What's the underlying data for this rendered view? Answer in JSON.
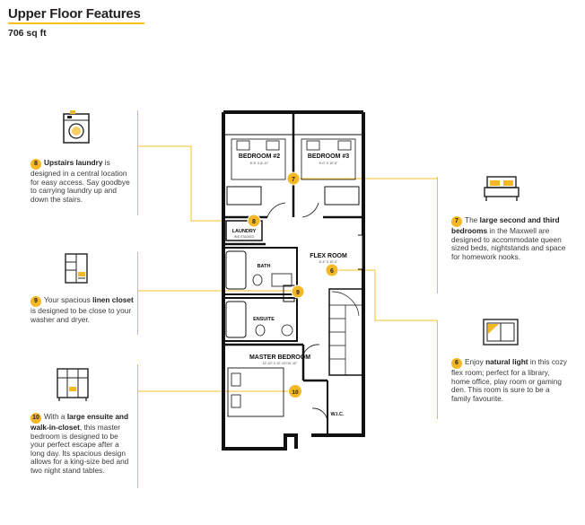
{
  "header": {
    "title": "Upper Floor Features",
    "area": "706 sq ft"
  },
  "accent_color": "#f4b824",
  "features": [
    {
      "number": "8",
      "icon": "washer-icon",
      "bold": "Upstairs laundry",
      "text": " is designed in a central location for easy access. Say goodbye to carrying laundry up and down the stairs."
    },
    {
      "number": "9",
      "icon": "linen-closet-icon",
      "pre": "Your spacious ",
      "bold": "linen closet",
      "text": " is designed to be close to your washer and dryer."
    },
    {
      "number": "10",
      "icon": "wardrobe-icon",
      "pre": "With a ",
      "bold": "large ensuite and walk-in-closet",
      "text": ", this master bedroom is designed to be your perfect escape after a long day. Its spacious design allows for a king-size bed and two night stand tables."
    },
    {
      "number": "7",
      "icon": "bed-icon",
      "pre": "The ",
      "bold": "large second and third bedrooms",
      "text": " in the Maxwell are designed to accommodate queen sized beds, nightstands and space for homework nooks."
    },
    {
      "number": "6",
      "icon": "window-icon",
      "pre": "Enjoy ",
      "bold": "natural light",
      "text": " in this cozy flex room; perfect for a library, home office, play room or gaming den. This room is sure to be a family favourite."
    }
  ],
  "plan": {
    "rooms": {
      "bedroom2": {
        "name": "BEDROOM #2",
        "dims": "8'-5\" X 8'-11\""
      },
      "bedroom3": {
        "name": "BEDROOM #3",
        "dims": "8'-0\" X 10'-5\""
      },
      "laundry": {
        "name": "LAUNDRY",
        "dims": "W/D STACKED"
      },
      "flex": {
        "name": "FLEX ROOM",
        "dims": "8'-4\" X 10'-0\""
      },
      "bath": {
        "name": "BATH"
      },
      "ensuite": {
        "name": "ENSUITE"
      },
      "master": {
        "name": "MASTER BEDROOM",
        "dims": "12'-10\" X 12'-10\"/10'-10\""
      },
      "wic": {
        "name": "W.I.C."
      }
    },
    "markers": [
      "8",
      "7",
      "6",
      "9",
      "10"
    ]
  }
}
